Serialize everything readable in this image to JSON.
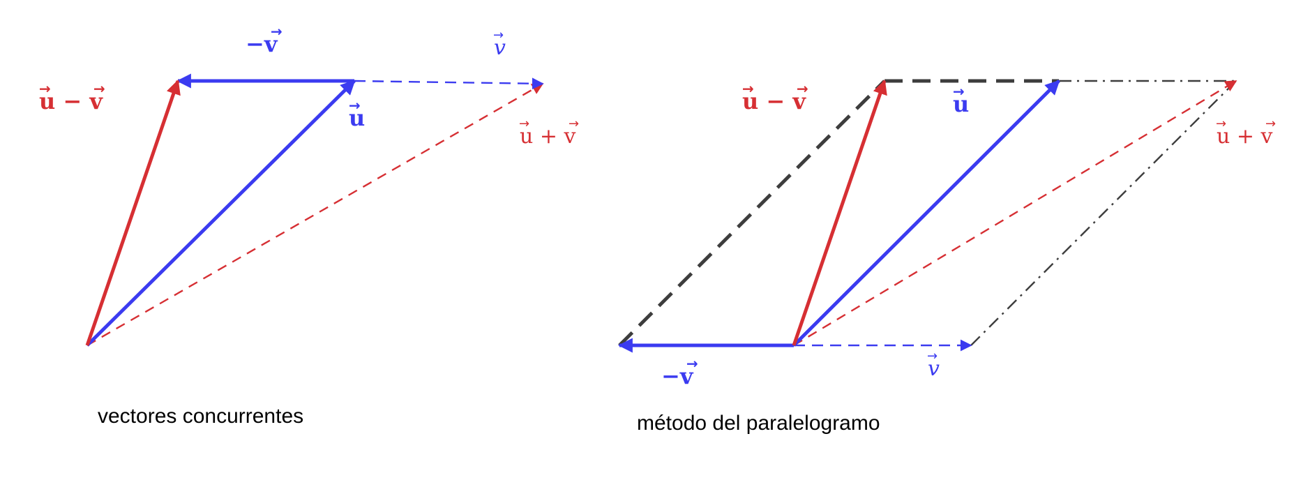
{
  "colors": {
    "red": "#d62f33",
    "blue": "#3b3bf0",
    "dark": "#3d3d3d"
  },
  "left_panel": {
    "caption": "vectores concurrentes",
    "labels": {
      "u": "u",
      "neg_v": "−v",
      "v": "v",
      "u_minus_v": "u − v",
      "u_plus_v": "u + v"
    }
  },
  "right_panel": {
    "caption": "método del paralelogramo",
    "labels": {
      "u": "u",
      "neg_v": "−v",
      "v": "v",
      "u_minus_v": "u − v",
      "u_plus_v": "u + v"
    }
  }
}
